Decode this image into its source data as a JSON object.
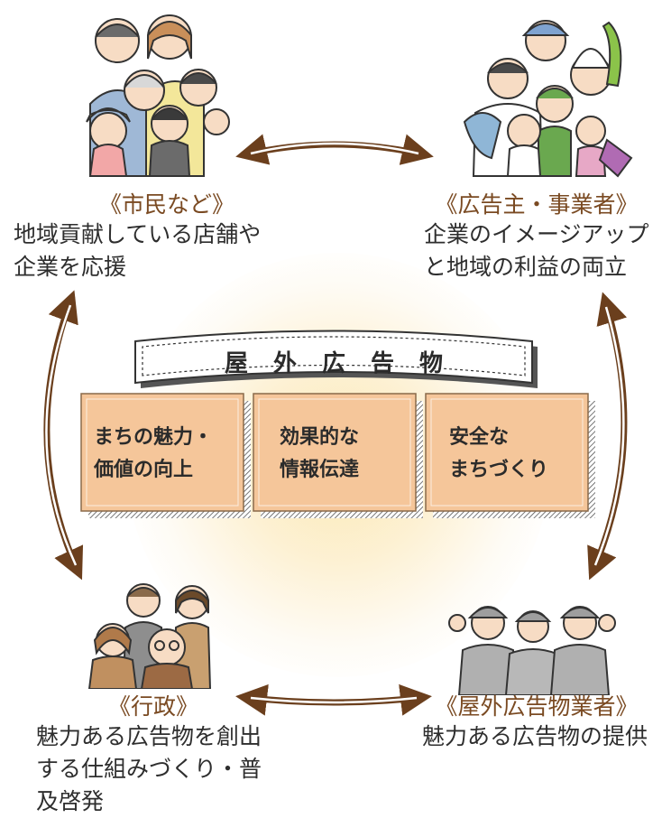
{
  "center": {
    "banner": "屋外広告物",
    "boxes": [
      {
        "line1": "まちの魅力・",
        "line2": "価値の向上"
      },
      {
        "line1": "効果的な",
        "line2": "情報伝達"
      },
      {
        "line1": "安全な",
        "line2": "まちづくり"
      }
    ]
  },
  "stakeholders": {
    "citizens": {
      "title": "《市民など》",
      "desc": [
        "地域貢献している店舗や",
        "企業を応援"
      ]
    },
    "advertisers": {
      "title": "《広告主・事業者》",
      "desc": [
        "企業のイメージアップ",
        "と地域の利益の両立"
      ]
    },
    "government": {
      "title": "《行政》",
      "desc": [
        "魅力ある広告物を創出",
        "する仕組みづくり・普",
        "及啓発"
      ]
    },
    "outdoor_ad_companies": {
      "title": "《屋外広告物業者》",
      "desc": [
        "魅力ある広告物の提供"
      ]
    }
  },
  "icons": {
    "citizens": "family-group-icon",
    "advertisers": "merchants-group-icon",
    "government": "officials-group-icon",
    "outdoor_ad_companies": "workers-group-icon"
  },
  "colors": {
    "arrow": "#6b3f1d",
    "title": "#7a4a22",
    "box_fill": "#f5c69a",
    "glow": "#fce8b2"
  }
}
